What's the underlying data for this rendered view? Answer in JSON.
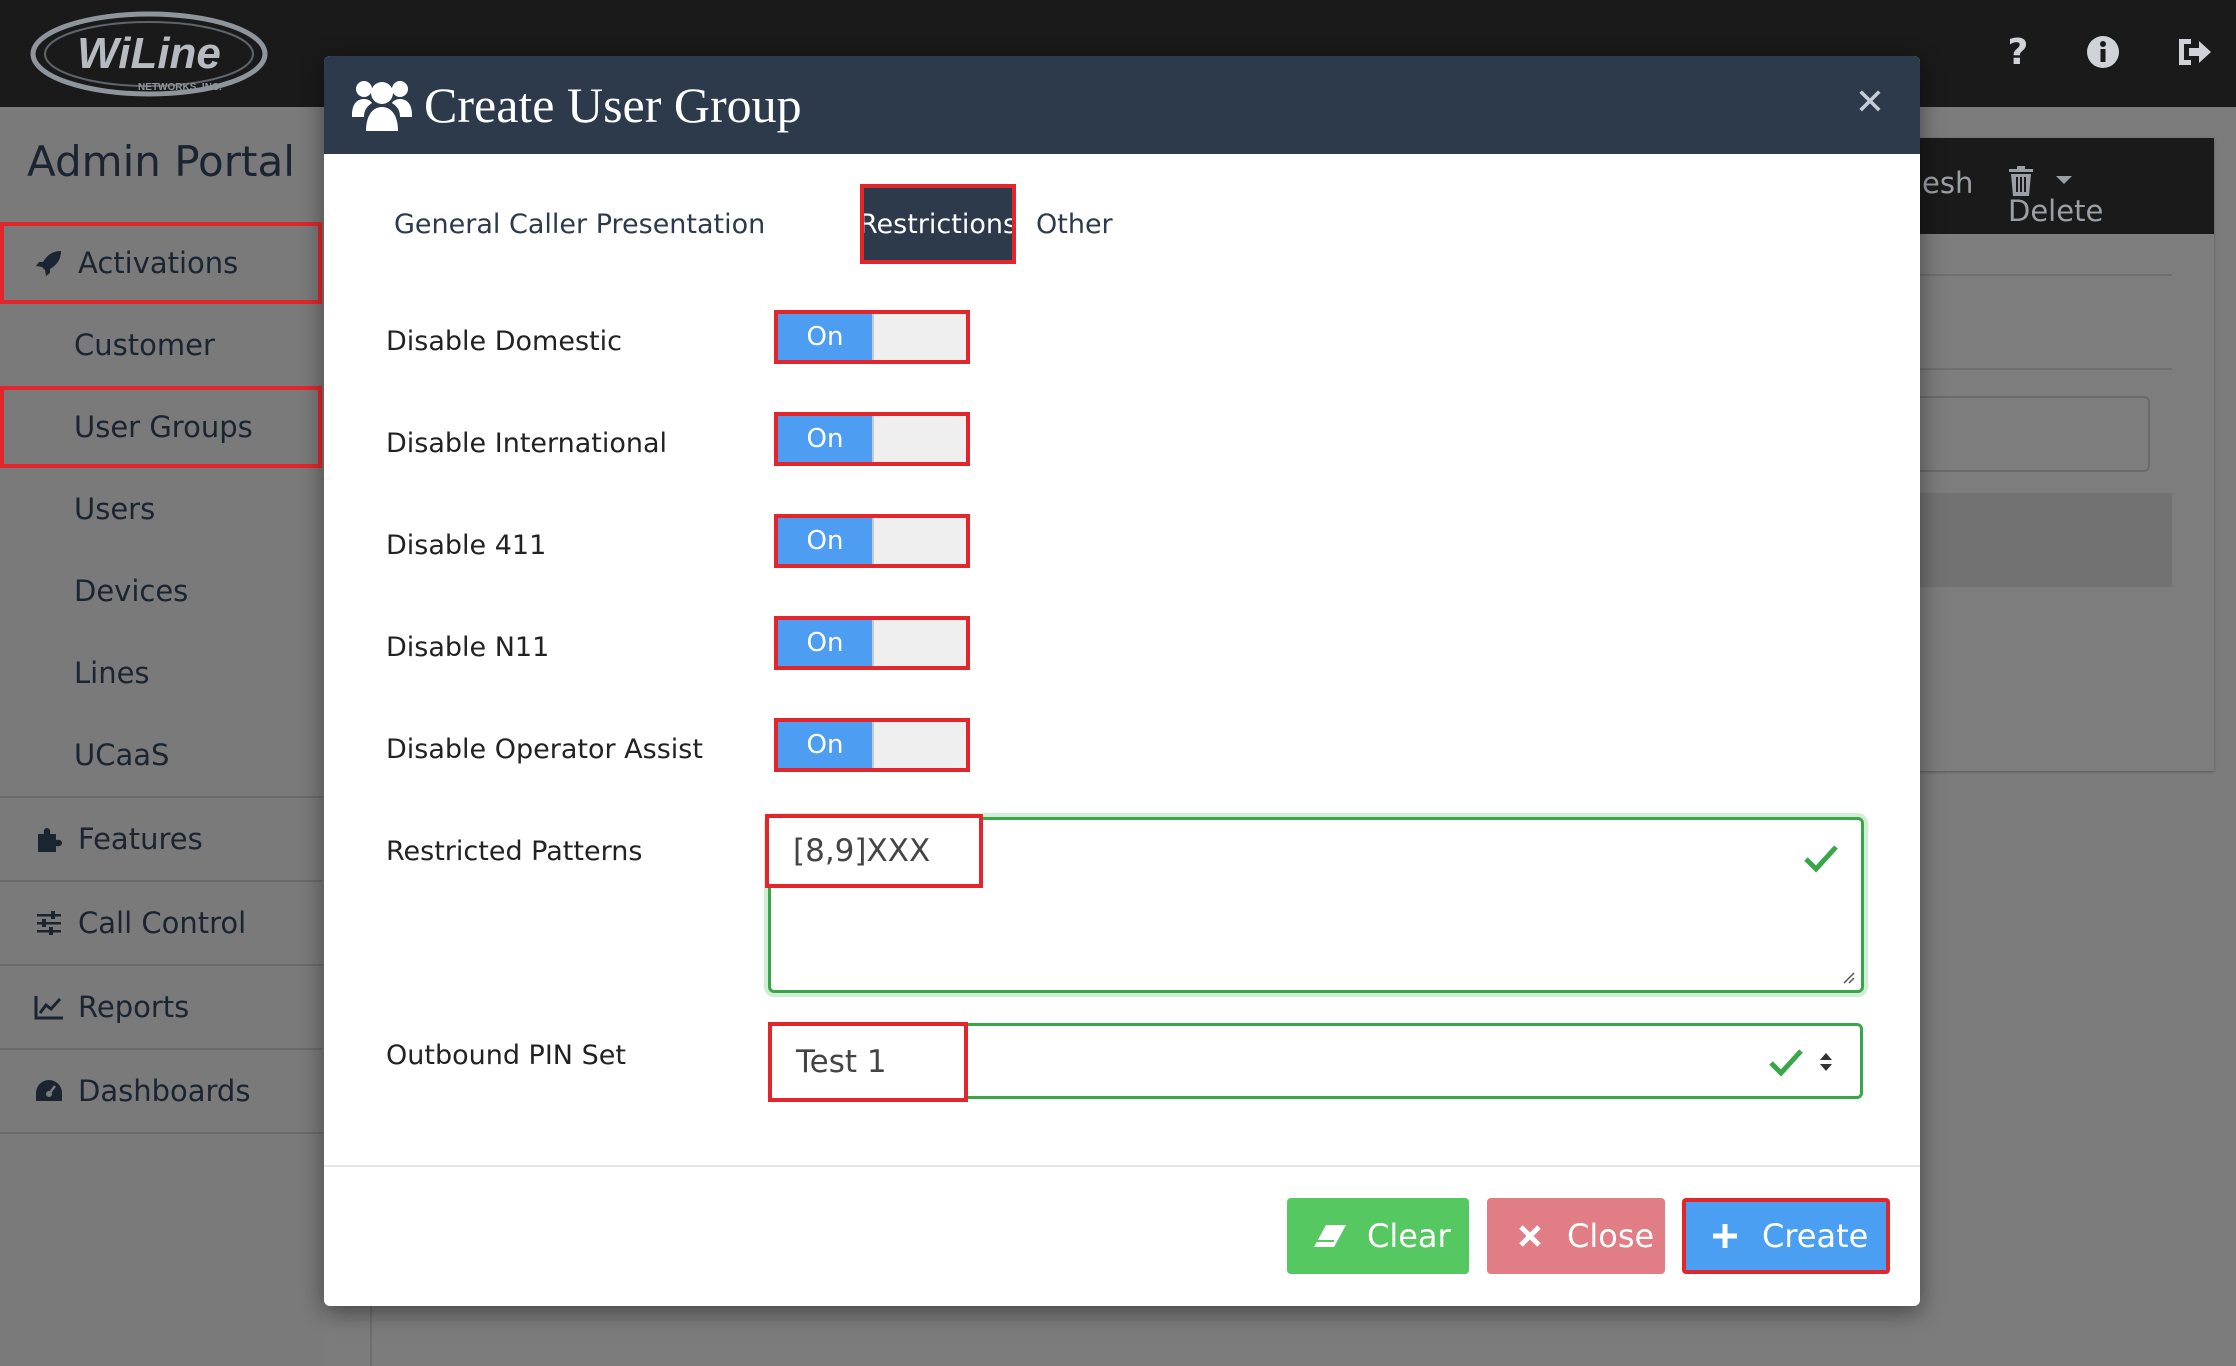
{
  "brand": {
    "logo_text": "WiLine",
    "logo_subtext": "NETWORKS, INC."
  },
  "header": {
    "icons": [
      "question-icon",
      "info-icon",
      "sign-out-icon"
    ]
  },
  "sidebar": {
    "title": "Admin Portal",
    "items": [
      {
        "label": "Activations",
        "icon": "rocket-icon"
      },
      {
        "label": "Customer"
      },
      {
        "label": "User Groups"
      },
      {
        "label": "Users"
      },
      {
        "label": "Devices"
      },
      {
        "label": "Lines"
      },
      {
        "label": "UCaaS"
      },
      {
        "label": "Features",
        "icon": "puzzle-icon"
      },
      {
        "label": "Call Control",
        "icon": "sliders-icon"
      },
      {
        "label": "Reports",
        "icon": "line-chart-icon"
      },
      {
        "label": "Dashboards",
        "icon": "dashboard-icon"
      }
    ]
  },
  "background_toolbar": {
    "refresh_label": "esh",
    "delete_label": "Delete"
  },
  "modal": {
    "title": "Create User Group",
    "tabs": [
      {
        "label": "General"
      },
      {
        "label": "Caller Presentation"
      },
      {
        "label": "Restrictions"
      },
      {
        "label": "Other"
      }
    ],
    "active_tab": "Restrictions",
    "fields": [
      {
        "label": "Disable Domestic",
        "toggle": "On"
      },
      {
        "label": "Disable International",
        "toggle": "On"
      },
      {
        "label": "Disable 411",
        "toggle": "On"
      },
      {
        "label": "Disable N11",
        "toggle": "On"
      },
      {
        "label": "Disable Operator Assist",
        "toggle": "On"
      }
    ],
    "restricted_patterns": {
      "label": "Restricted Patterns",
      "value": "[8,9]XXX"
    },
    "outbound_pin_set": {
      "label": "Outbound PIN Set",
      "value": "Test 1"
    },
    "buttons": {
      "clear": "Clear",
      "close": "Close",
      "create": "Create"
    }
  },
  "colors": {
    "header_bg": "#2c3a4b",
    "toggle_on": "#4d9ef2",
    "success": "#3aa64a",
    "highlight": "#e3262c",
    "clear_btn": "#55c861",
    "close_btn": "#e07d85",
    "create_btn": "#4a9ff3"
  }
}
